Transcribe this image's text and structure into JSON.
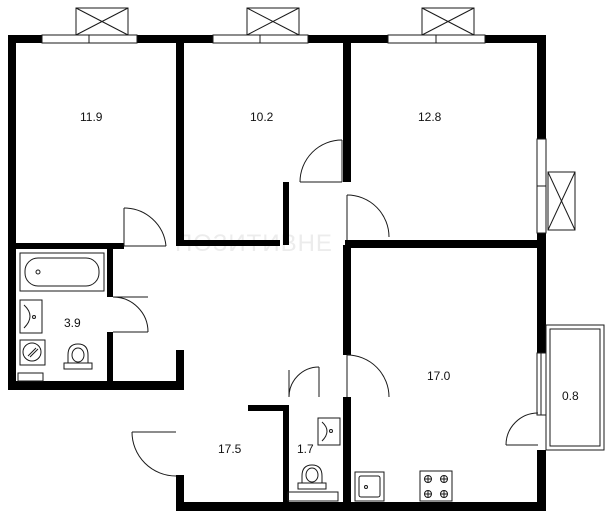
{
  "plan": {
    "watermark": "ПОЗИТИВНЕ",
    "rooms": [
      {
        "id": "bedroom-1",
        "area": "11.9"
      },
      {
        "id": "bedroom-2",
        "area": "10.2"
      },
      {
        "id": "bedroom-3",
        "area": "12.8"
      },
      {
        "id": "bathroom",
        "area": "3.9"
      },
      {
        "id": "kitchen-living",
        "area": "17.0"
      },
      {
        "id": "balcony",
        "area": "0.8"
      },
      {
        "id": "hallway",
        "area": "17.5"
      },
      {
        "id": "wc",
        "area": "1.7"
      }
    ]
  },
  "colors": {
    "wall": "#000000",
    "background": "#ffffff",
    "line": "#1a1a1a"
  }
}
